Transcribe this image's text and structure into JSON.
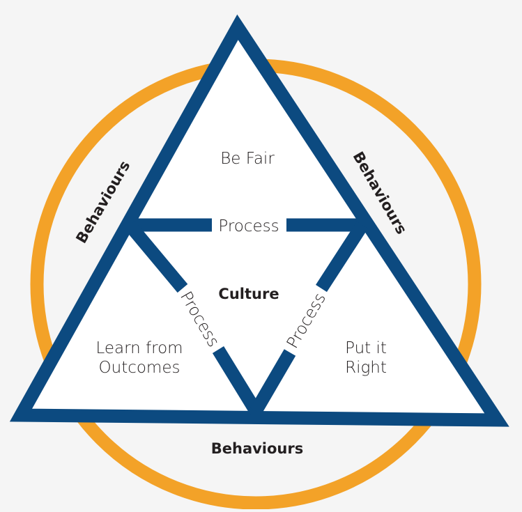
{
  "diagram": {
    "colors": {
      "background": "#f5f5f5",
      "circle": "#f3a228",
      "triangle": "#0c4a80",
      "triangle_fill": "#ffffff",
      "text": "#231f20"
    },
    "labels": {
      "top_section": "Be Fair",
      "center": "Culture",
      "left_section_line1": "Learn from",
      "left_section_line2": "Outcomes",
      "right_section_line1": "Put it",
      "right_section_line2": "Right",
      "process_top": "Process",
      "process_left": "Process",
      "process_right": "Process",
      "behaviours_left": "Behaviours",
      "behaviours_right": "Behaviours",
      "behaviours_bottom": "Behaviours"
    }
  }
}
